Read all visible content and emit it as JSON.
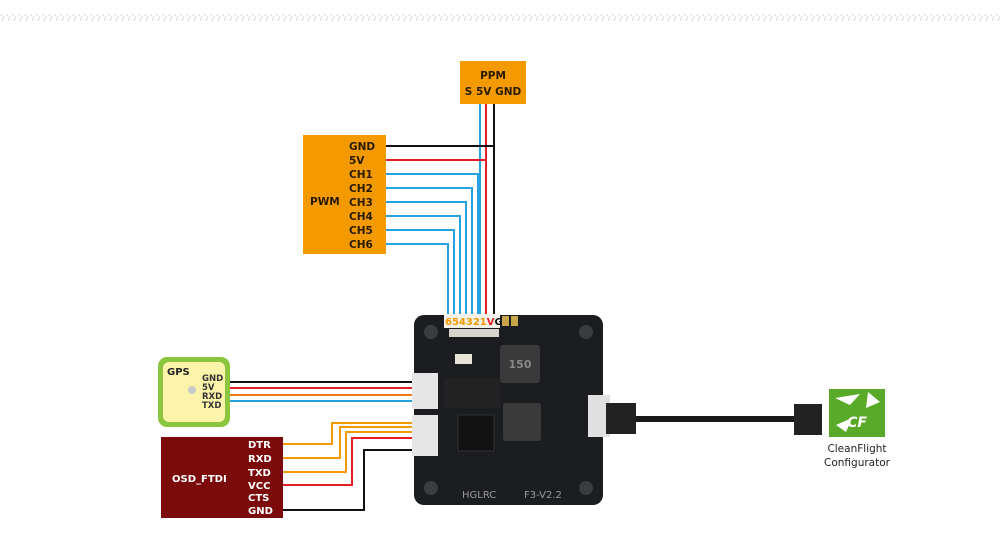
{
  "ppm": {
    "title": "PPM",
    "pins": "S 5V GND"
  },
  "pwm": {
    "title": "PWM",
    "pins": [
      "GND",
      "5V",
      "CH1",
      "CH2",
      "CH3",
      "CH4",
      "CH5",
      "CH6"
    ]
  },
  "board": {
    "connector_label_channels": "654321",
    "connector_label_v": "V",
    "connector_label_g": "G",
    "name": "HGLRC",
    "version": "F3-V2.2",
    "inductor_marking": "150"
  },
  "gps": {
    "title": "GPS",
    "pins": [
      "GND",
      "5V",
      "RXD",
      "TXD"
    ]
  },
  "osd": {
    "title": "OSD_FTDI",
    "pins": [
      "DTR",
      "RXD",
      "TXD",
      "VCC",
      "CTS",
      "GND"
    ]
  },
  "configurator": {
    "line1": "CleanFlight",
    "line2": "Configurator",
    "logo_text": "CF"
  },
  "colors": {
    "box_orange": "#f29a00",
    "osd_red": "#7b0a0a",
    "gps_green": "#8cc63f",
    "gps_yellow": "#fbf4aa",
    "wire_blue": "#27a2e0",
    "wire_red": "#e31e24",
    "wire_black": "#111111",
    "wire_orange": "#f29a00",
    "board": "#1b1d21"
  }
}
